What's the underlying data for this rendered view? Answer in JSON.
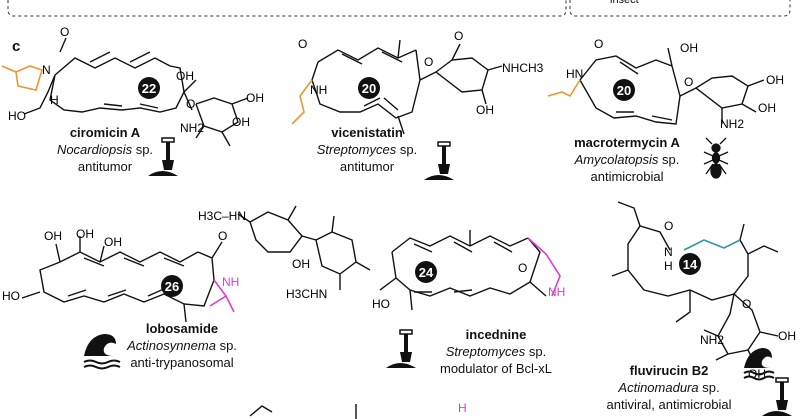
{
  "panel_label": "c",
  "header_fragment": "insect",
  "atom_labels": {
    "o": "O",
    "n": "N",
    "h": "H",
    "oh": "OH",
    "ho": "HO",
    "nh": "NH",
    "nh2": "NH2",
    "hn": "HN",
    "nhch3": "NHCH3",
    "h3c_nh": "H3C–HN",
    "h3chn": "H3CHN",
    "och3": "O",
    "me_o": "O"
  },
  "compounds": [
    {
      "ring": "22",
      "name": "ciromicin A",
      "organism": "Nocardiopsis",
      "sp": " sp.",
      "activity": "antitumor",
      "habitat": "soil"
    },
    {
      "ring": "20",
      "name": "vicenistatin",
      "organism": "Streptomyces",
      "sp": " sp.",
      "activity": "antitumor",
      "habitat": "soil"
    },
    {
      "ring": "20",
      "name": "macrotermycin A",
      "organism": "Amycolatopsis",
      "sp": " sp.",
      "activity": "antimicrobial",
      "habitat": "insect"
    },
    {
      "ring": "26",
      "name": "lobosamide",
      "organism": "Actinosynnema",
      "sp": " sp.",
      "activity": "anti-trypanosomal",
      "habitat": "marine"
    },
    {
      "ring": "24",
      "name": "incednine",
      "organism": "Streptomyces",
      "sp": " sp.",
      "activity": "modulator of Bcl-xL",
      "habitat": "soil"
    },
    {
      "ring": "14",
      "name": "fluvirucin B2",
      "organism": "Actinomadura",
      "sp": " sp.",
      "activity": "antiviral, antimicrobial",
      "habitat": "marine-soil"
    }
  ],
  "colors": {
    "orange": "#f0952e",
    "magenta": "#e03ad6",
    "teal": "#2a9aa3",
    "ink": "#111111"
  },
  "icons": {
    "soil": "shovel-soil-icon",
    "insect": "ant-icon",
    "marine": "wave-icon"
  }
}
